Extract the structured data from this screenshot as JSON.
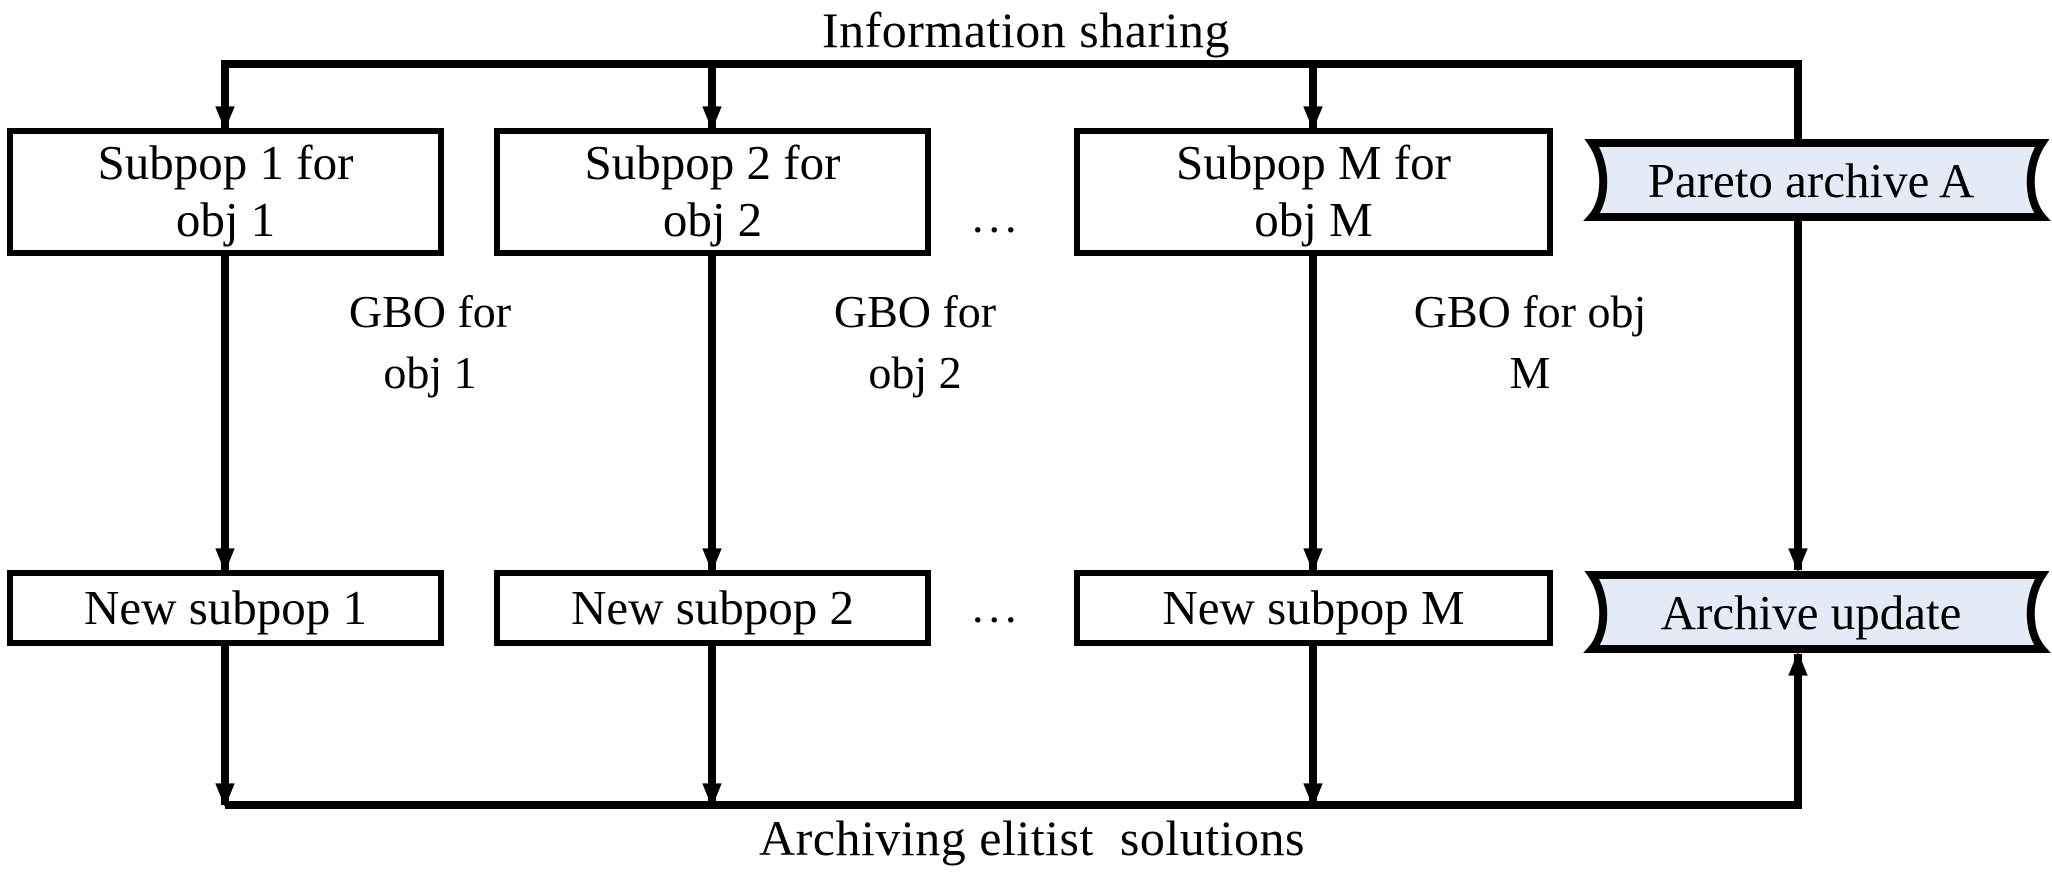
{
  "diagram": {
    "title_top": "Information sharing",
    "title_bottom": "Archiving elitist  solutions",
    "ellipsis": "...",
    "colors": {
      "stroke": "#000000",
      "box_fill": "#ffffff",
      "archive_fill": "#e4eaf6",
      "text": "#000000"
    }
  },
  "top_row": {
    "boxes": [
      {
        "id": "subpop-1",
        "text": "Subpop 1 for\nobj 1"
      },
      {
        "id": "subpop-2",
        "text": "Subpop 2 for\nobj 2"
      },
      {
        "id": "subpop-m",
        "text": "Subpop M for\nobj M"
      }
    ],
    "archive": {
      "id": "pareto-archive-a",
      "text": "Pareto archive A"
    }
  },
  "edge_labels": [
    {
      "id": "gbo-1",
      "text": "GBO for\nobj 1"
    },
    {
      "id": "gbo-2",
      "text": "GBO for\nobj 2"
    },
    {
      "id": "gbo-m",
      "text": "GBO for obj\nM"
    }
  ],
  "bottom_row": {
    "boxes": [
      {
        "id": "new-subpop-1",
        "text": "New subpop 1"
      },
      {
        "id": "new-subpop-2",
        "text": "New subpop 2"
      },
      {
        "id": "new-subpop-m",
        "text": "New subpop M"
      }
    ],
    "archive": {
      "id": "archive-update",
      "text": "Archive update"
    }
  }
}
